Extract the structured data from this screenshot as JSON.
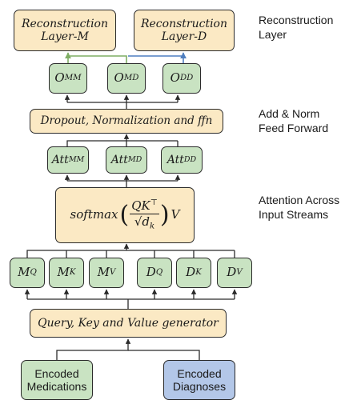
{
  "labels": {
    "reconstruction_layer": "Reconstruction\nLayer",
    "add_norm": "Add & Norm\nFeed Forward",
    "attention_across": "Attention Across\nInput Streams"
  },
  "reconstruction": {
    "m": "Reconstruction\nLayer-M",
    "d": "Reconstruction\nLayer-D"
  },
  "outputs": [
    {
      "base": "O",
      "sub": "MM"
    },
    {
      "base": "O",
      "sub": "MD"
    },
    {
      "base": "O",
      "sub": "DD"
    }
  ],
  "dropout": "Dropout, Normalization and ffn",
  "attention": [
    {
      "base": "Att",
      "sub": "MM"
    },
    {
      "base": "Att",
      "sub": "MD"
    },
    {
      "base": "Att",
      "sub": "DD"
    }
  ],
  "softmax": {
    "fn": "softmax",
    "num": "QK",
    "sup": "⊤",
    "den": "d",
    "den_sub": "k",
    "v": "V"
  },
  "qkv": [
    {
      "base": "M",
      "sub": "Q"
    },
    {
      "base": "M",
      "sub": "K"
    },
    {
      "base": "M",
      "sub": "V"
    },
    {
      "base": "D",
      "sub": "Q"
    },
    {
      "base": "D",
      "sub": "K"
    },
    {
      "base": "D",
      "sub": "V"
    }
  ],
  "generator": "Query, Key and Value generator",
  "inputs": {
    "medications": "Encoded\nMedications",
    "diagnoses": "Encoded\nDiagnoses"
  },
  "colors": {
    "tan": "#fbe9c4",
    "green": "#c9e3c2",
    "blue": "#b3c7e8",
    "wire_green": "#7fae64",
    "wire_blue": "#4f7fc0"
  }
}
